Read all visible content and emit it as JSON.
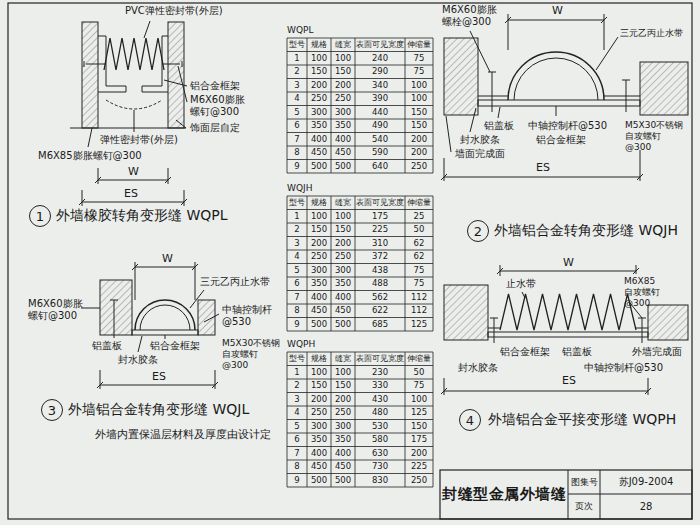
{
  "diagram": {
    "title": "封缝型金属外墙缝",
    "nodes": [
      {
        "text": [
          "1"
        ]
      },
      {
        "text": [
          "2"
        ]
      },
      {
        "text": [
          "3"
        ]
      },
      {
        "text": [
          "4"
        ]
      }
    ],
    "labels": [
      "PVC弹性密封带(外层)",
      "铝合金框架",
      "M6X60膨胀 螺钉@300",
      "饰面层自定",
      "弹性密封带(外层)",
      "M6X85膨胀螺钉@300",
      "W",
      "ES",
      "外墙橡胶转角变形缝 WQPL",
      "M6X60膨胀 螺栓@300",
      "W",
      "三元乙丙止水带",
      "铝盖板",
      "中轴控制杆@530",
      "封水胶条",
      "铝合金框架",
      "墙面完成面",
      "M5X30不锈钢 自攻螺钉@300",
      "ES",
      "外墙铝合金转角变形缝 WQJH",
      "W",
      "三元乙丙止水带",
      "M6X60膨胀 螺钉@300",
      "中轴控制杆 @530",
      "铝盖板",
      "铝合金框架",
      "封水胶条",
      "M5X30不锈钢 自攻螺钉@300",
      "ES",
      "外墙铝合金转角变形缝 WQJL",
      "外墙内置保温层材料及厚度由设计定",
      "W",
      "M6X85 自攻螺钉@300",
      "止水带",
      "铝合金框架",
      "铝盖板",
      "外墙完成面",
      "封水胶条",
      "中轴控制杆@530",
      "ES",
      "外墙铝合金平接变形缝 WQPH",
      "图集号",
      "苏J09-2004",
      "页次",
      "28",
      "WQPL",
      "型号",
      "规格",
      "缝宽",
      "表面可见宽度",
      "伸缩量",
      "1",
      "100",
      "100",
      "240",
      "75",
      "2",
      "150",
      "150",
      "290",
      "75",
      "3",
      "200",
      "200",
      "340",
      "100",
      "4",
      "250",
      "250",
      "390",
      "100",
      "5",
      "300",
      "300",
      "440",
      "150",
      "6",
      "350",
      "350",
      "490",
      "150",
      "7",
      "400",
      "400",
      "540",
      "200",
      "8",
      "450",
      "450",
      "590",
      "200",
      "9",
      "500",
      "500",
      "640",
      "250",
      "WQJH",
      "型号",
      "规格",
      "缝宽",
      "表面可见宽度",
      "伸缩量",
      "1",
      "100",
      "100",
      "175",
      "25",
      "2",
      "150",
      "150",
      "225",
      "50",
      "3",
      "200",
      "200",
      "310",
      "62",
      "4",
      "250",
      "250",
      "372",
      "62",
      "5",
      "300",
      "300",
      "438",
      "75",
      "6",
      "350",
      "350",
      "488",
      "75",
      "7",
      "400",
      "400",
      "562",
      "112",
      "8",
      "450",
      "450",
      "622",
      "112",
      "9",
      "500",
      "500",
      "685",
      "125",
      "WQPH",
      "型号",
      "规格",
      "缝宽",
      "表面可见宽度",
      "伸缩量",
      "1",
      "100",
      "100",
      "230",
      "50",
      "2",
      "150",
      "150",
      "330",
      "75",
      "3",
      "200",
      "200",
      "430",
      "100",
      "4",
      "250",
      "250",
      "480",
      "125",
      "5",
      "300",
      "300",
      "530",
      "150",
      "6",
      "350",
      "350",
      "580",
      "175",
      "7",
      "400",
      "400",
      "630",
      "200",
      "8",
      "450",
      "450",
      "730",
      "225",
      "9",
      "500",
      "500",
      "830",
      "250"
    ]
  }
}
